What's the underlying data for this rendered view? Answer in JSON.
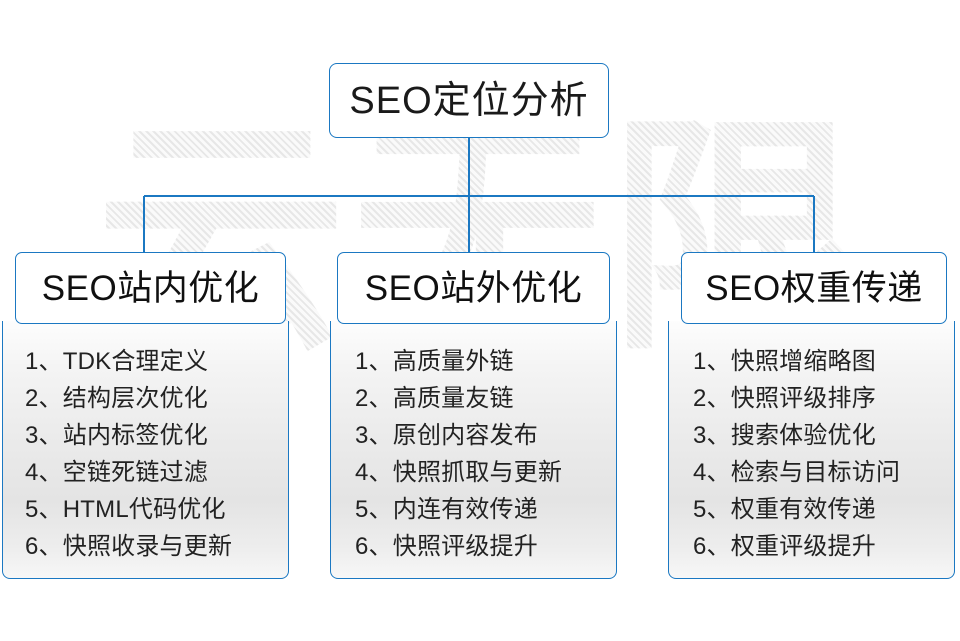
{
  "diagram": {
    "title": "SEO定位分析",
    "watermark_text": "云无限",
    "accent_color": "#1b78c2",
    "text_color": "#1a1a1a",
    "background_color": "#ffffff",
    "root": {
      "label": "SEO定位分析"
    },
    "branches": [
      {
        "header": "SEO站内优化",
        "items": [
          "1、TDK合理定义",
          "2、结构层次优化",
          "3、站内标签优化",
          "4、空链死链过滤",
          "5、HTML代码优化",
          "6、快照收录与更新"
        ]
      },
      {
        "header": "SEO站外优化",
        "items": [
          "1、高质量外链",
          "2、高质量友链",
          "3、原创内容发布",
          "4、快照抓取与更新",
          "5、内连有效传递",
          "6、快照评级提升"
        ]
      },
      {
        "header": "SEO权重传递",
        "items": [
          "1、快照增缩略图",
          "2、快照评级排序",
          "3、搜索体验优化",
          "4、检索与目标访问",
          "5、权重有效传递",
          "6、权重评级提升"
        ]
      }
    ]
  }
}
